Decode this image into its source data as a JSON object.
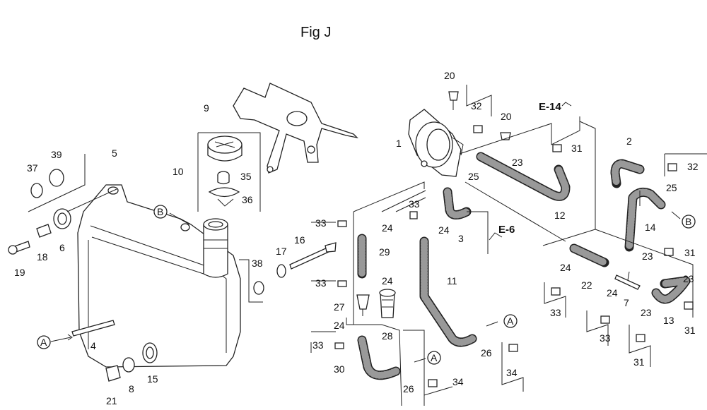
{
  "figure": {
    "title": "Fig J",
    "refs": {
      "e14": "E-14",
      "e6": "E-6"
    },
    "markers": {
      "a": "A",
      "b": "B"
    }
  },
  "callouts": {
    "c1": "1",
    "c2": "2",
    "c3": "3",
    "c4": "4",
    "c5": "5",
    "c6": "6",
    "c7": "7",
    "c8": "8",
    "c9": "9",
    "c10": "10",
    "c11": "11",
    "c12": "12",
    "c13": "13",
    "c14": "14",
    "c15": "15",
    "c16": "16",
    "c17": "17",
    "c18": "18",
    "c19": "19",
    "c20": "20",
    "c21": "21",
    "c22": "22",
    "c23": "23",
    "c24": "24",
    "c25": "25",
    "c26": "26",
    "c27": "27",
    "c28": "28",
    "c29": "29",
    "c30": "30",
    "c31": "31",
    "c32": "32",
    "c33": "33",
    "c34": "34",
    "c35": "35",
    "c36": "36",
    "c37": "37",
    "c38": "38",
    "c39": "39"
  }
}
